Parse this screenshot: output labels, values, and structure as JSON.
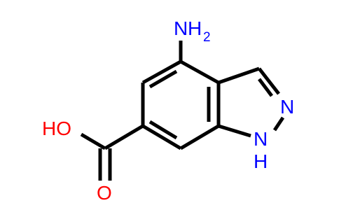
{
  "molecule": {
    "labels": {
      "amine_n": "N",
      "amine_h": "H",
      "amine_sub": "2",
      "hydroxyl": "HO",
      "carbonyl_o": "O",
      "ring_n": "N",
      "nh": "N",
      "nh_h": "H"
    }
  },
  "colors": {
    "bond": "#000000",
    "nitrogen": "#0000ff",
    "oxygen": "#ff0000"
  }
}
